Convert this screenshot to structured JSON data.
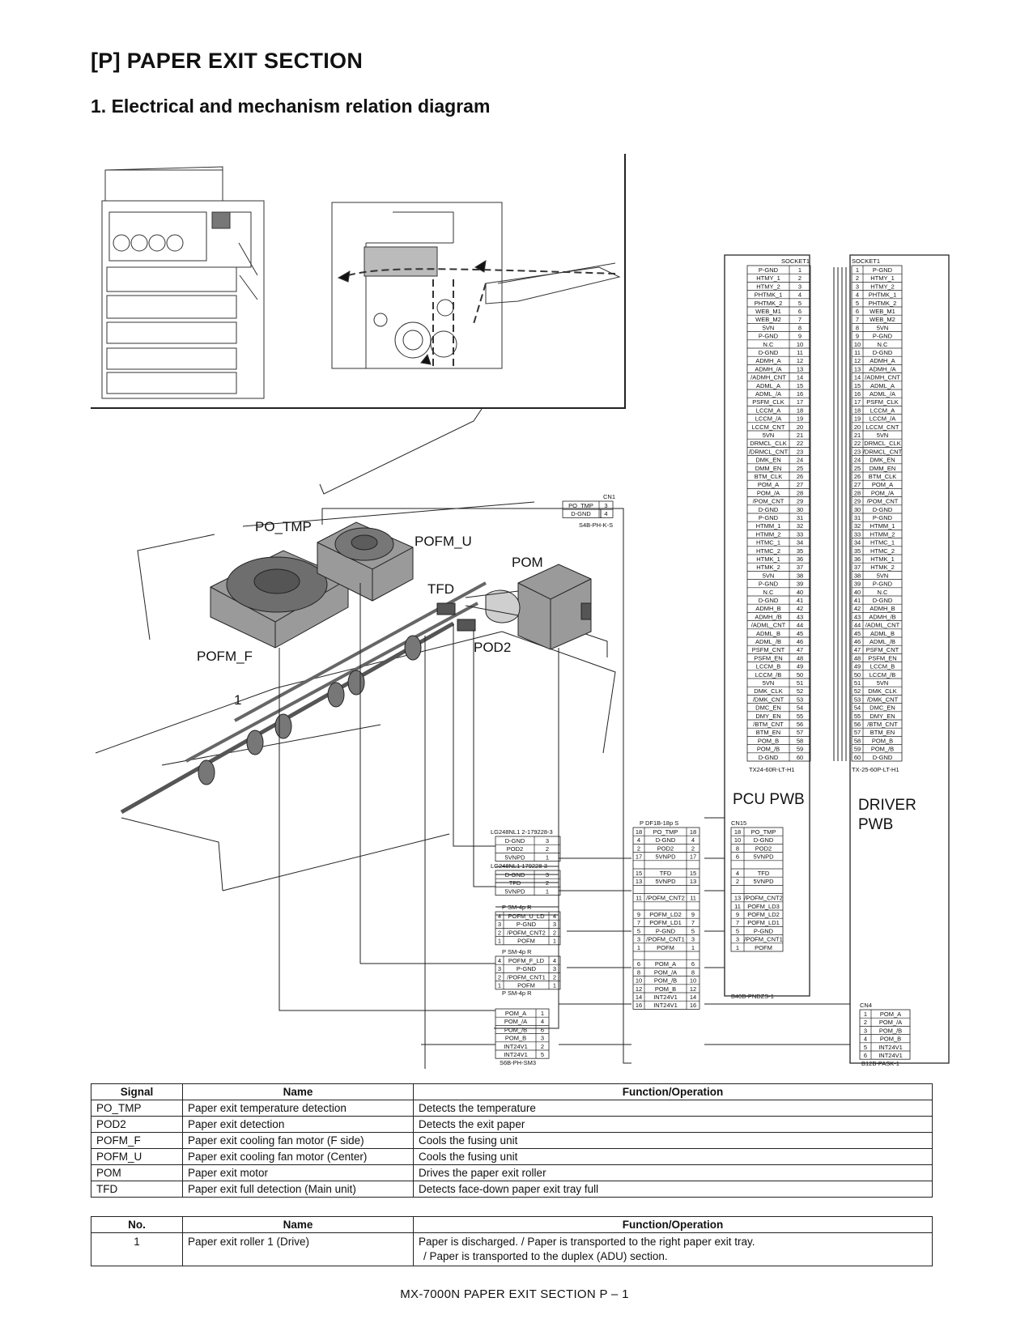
{
  "page": {
    "section_title": "[P]   PAPER EXIT SECTION",
    "sub_title": "1.   Electrical and mechanism relation diagram",
    "footer": "MX-7000N  PAPER EXIT SECTION  P – 1"
  },
  "diagram": {
    "component_labels": {
      "po_tmp": "PO_TMP",
      "pofm_u": "POFM_U",
      "pom": "POM",
      "tfd": "TFD",
      "pod2": "POD2",
      "pofm_f": "POFM_F",
      "roller_no": "1"
    },
    "board_labels": {
      "pcu_pwb": "PCU PWB",
      "driver_pwb_line1": "DRIVER",
      "driver_pwb_line2": "PWB"
    },
    "socket_left": {
      "header": "SOCKET1",
      "footer": "TX24-60R-LT-H1",
      "signals": [
        "P-GND",
        "HTMY_1",
        "HTMY_2",
        "PHTMK_1",
        "PHTMK_2",
        "WEB_M1",
        "WEB_M2",
        "5VN",
        "P-GND",
        "N.C",
        "D-GND",
        "ADMH_A",
        "ADMH_/A",
        "/ADMH_CNT",
        "ADML_A",
        "ADML_/A",
        "PSFM_CLK",
        "LCCM_A",
        "LCCM_/A",
        "LCCM_CNT",
        "5VN",
        "DRMCL_CLK",
        "/DRMCL_CNT",
        "DMK_EN",
        "DMM_EN",
        "BTM_CLK",
        "POM_A",
        "POM_/A",
        "/POM_CNT",
        "D-GND",
        "P-GND",
        "HTMM_1",
        "HTMM_2",
        "HTMC_1",
        "HTMC_2",
        "HTMK_1",
        "HTMK_2",
        "5VN",
        "P-GND",
        "N.C",
        "D-GND",
        "ADMH_B",
        "ADMH_/B",
        "/ADML_CNT",
        "ADML_B",
        "ADML_/B",
        "PSFM_CNT",
        "PSFM_EN",
        "LCCM_B",
        "LCCM_/B",
        "5VN",
        "DMK_CLK",
        "/DMK_CNT",
        "DMC_EN",
        "DMY_EN",
        "/BTM_CNT",
        "BTM_EN",
        "POM_B",
        "POM_/B",
        "D-GND"
      ]
    },
    "socket_right": {
      "header": "SOCKET1",
      "footer": "TX-25-60P-LT-H1",
      "signals": [
        "P-GND",
        "HTMY_1",
        "HTMY_2",
        "PHTMK_1",
        "PHTMK_2",
        "WEB_M1",
        "WEB_M2",
        "5VN",
        "P-GND",
        "N.C",
        "D-GND",
        "ADMH_A",
        "ADMH_/A",
        "/ADMH_CNT",
        "ADML_A",
        "ADML_/A",
        "PSFM_CLK",
        "LCCM_A",
        "LCCM_/A",
        "LCCM_CNT",
        "5VN",
        "DRMCL_CLK",
        "/DRMCL_CNT",
        "DMK_EN",
        "DMM_EN",
        "BTM_CLK",
        "POM_A",
        "POM_/A",
        "/POM_CNT",
        "D-GND",
        "P-GND",
        "HTMM_1",
        "HTMM_2",
        "HTMC_1",
        "HTMC_2",
        "HTMK_1",
        "HTMK_2",
        "5VN",
        "P-GND",
        "N.C",
        "D-GND",
        "ADMH_B",
        "ADMH_/B",
        "/ADML_CNT",
        "ADML_B",
        "ADML_/B",
        "PSFM_CNT",
        "PSFM_EN",
        "LCCM_B",
        "LCCM_/B",
        "5VN",
        "DMK_CLK",
        "/DMK_CNT",
        "DMC_EN",
        "DMY_EN",
        "/BTM_CNT",
        "BTM_EN",
        "POM_B",
        "POM_/B",
        "D-GND"
      ]
    },
    "cn1": {
      "header": "CN1",
      "footer": "S4B-PH-K-S",
      "rows": [
        [
          "PO_TMP",
          "3"
        ],
        [
          "D-GND",
          "4"
        ]
      ]
    },
    "lg1": {
      "header": "LG248NL1     2-179228-3",
      "rows": [
        [
          "D-GND",
          "3"
        ],
        [
          "POD2",
          "2"
        ],
        [
          "5VNPD",
          "1"
        ]
      ]
    },
    "lg2": {
      "header": "LG248NL1     179228-3",
      "rows": [
        [
          "D-GND",
          "3"
        ],
        [
          "TFD",
          "2"
        ],
        [
          "5VNPD",
          "1"
        ]
      ]
    },
    "sm1": {
      "p": "P",
      "name": "SM-4p",
      "r": "R",
      "rows": [
        [
          "4",
          "POFM_U_LD",
          "4"
        ],
        [
          "3",
          "P-GND",
          "3"
        ],
        [
          "2",
          "/POFM_CNT2",
          "2"
        ],
        [
          "1",
          "POFM",
          "1"
        ]
      ]
    },
    "sm2": {
      "p": "P",
      "name": "SM-4p",
      "r": "R",
      "rows": [
        [
          "4",
          "POFM_F_LD",
          "4"
        ],
        [
          "3",
          "P-GND",
          "3"
        ],
        [
          "2",
          "/POFM_CNT1",
          "2"
        ],
        [
          "1",
          "POFM",
          "1"
        ]
      ],
      "footer_p": "P",
      "footer_name": "SM-4p",
      "footer_r": "R"
    },
    "s6b": {
      "footer": "S6B-PH-SM3",
      "rows": [
        [
          "POM_A",
          "1"
        ],
        [
          "POM_/A",
          "4"
        ],
        [
          "POM_/B",
          "6"
        ],
        [
          "POM_B",
          "3"
        ],
        [
          "INT24V1",
          "2"
        ],
        [
          "INT24V1",
          "5"
        ]
      ]
    },
    "df1b": {
      "p": "P",
      "name": "DF1B-18p",
      "s": "S",
      "rows": [
        [
          "18",
          "PO_TMP",
          "18"
        ],
        [
          "4",
          "D-GND",
          "4"
        ],
        [
          "2",
          "POD2",
          "2"
        ],
        [
          "17",
          "5VNPD",
          "17"
        ],
        [
          "",
          "",
          ""
        ],
        [
          "15",
          "TFD",
          "15"
        ],
        [
          "13",
          "5VNPD",
          "13"
        ],
        [
          "",
          "",
          ""
        ],
        [
          "11",
          "/POFM_CNT2",
          "11"
        ],
        [
          "",
          "",
          ""
        ],
        [
          "9",
          "POFM_LD2",
          "9"
        ],
        [
          "7",
          "POFM_LD1",
          "7"
        ],
        [
          "5",
          "P-GND",
          "5"
        ],
        [
          "3",
          "/POFM_CNT1",
          "3"
        ],
        [
          "1",
          "POFM",
          "1"
        ],
        [
          "",
          "",
          ""
        ],
        [
          "6",
          "POM_A",
          "6"
        ],
        [
          "8",
          "POM_/A",
          "8"
        ],
        [
          "10",
          "POM_/B",
          "10"
        ],
        [
          "12",
          "POM_B",
          "12"
        ],
        [
          "14",
          "INT24V1",
          "14"
        ],
        [
          "16",
          "INT24V1",
          "16"
        ]
      ]
    },
    "cn15": {
      "header": "CN15",
      "footer": "B40B-PNDZS-1",
      "rows": [
        [
          "18",
          "PO_TMP"
        ],
        [
          "10",
          "D-GND"
        ],
        [
          "8",
          "POD2"
        ],
        [
          "6",
          "5VNPD"
        ],
        [
          "",
          ""
        ],
        [
          "4",
          "TFD"
        ],
        [
          "2",
          "5VNPD"
        ],
        [
          "",
          ""
        ],
        [
          "13",
          "/POFM_CNT2"
        ],
        [
          "11",
          "POFM_LD3"
        ],
        [
          "9",
          "POFM_LD2"
        ],
        [
          "7",
          "POFM_LD1"
        ],
        [
          "5",
          "P-GND"
        ],
        [
          "3",
          "/POFM_CNT1"
        ],
        [
          "1",
          "POFM"
        ]
      ]
    },
    "cn4": {
      "header": "CN4",
      "footer": "B12B-PASK-1",
      "rows": [
        [
          "1",
          "POM_A"
        ],
        [
          "2",
          "POM_/A"
        ],
        [
          "3",
          "POM_/B"
        ],
        [
          "4",
          "POM_B"
        ],
        [
          "5",
          "INT24V1"
        ],
        [
          "6",
          "INT24V1"
        ]
      ]
    }
  },
  "signal_table": {
    "headers": [
      "Signal",
      "Name",
      "Function/Operation"
    ],
    "rows": [
      [
        "PO_TMP",
        "Paper exit temperature detection",
        "Detects the temperature"
      ],
      [
        "POD2",
        "Paper exit detection",
        "Detects the exit paper"
      ],
      [
        "POFM_F",
        "Paper exit cooling fan motor (F side)",
        "Cools the fusing unit"
      ],
      [
        "POFM_U",
        "Paper exit cooling fan motor (Center)",
        "Cools the fusing unit"
      ],
      [
        "POM",
        "Paper exit motor",
        "Drives the paper exit roller"
      ],
      [
        "TFD",
        "Paper exit full detection (Main unit)",
        "Detects face-down paper exit tray full"
      ]
    ]
  },
  "no_table": {
    "headers": [
      "No.",
      "Name",
      "Function/Operation"
    ],
    "rows": [
      [
        "1",
        "Paper exit roller 1 (Drive)",
        "Paper is discharged. / Paper is transported to the right paper exit tray.",
        "/ Paper is transported to the duplex (ADU) section."
      ]
    ]
  }
}
